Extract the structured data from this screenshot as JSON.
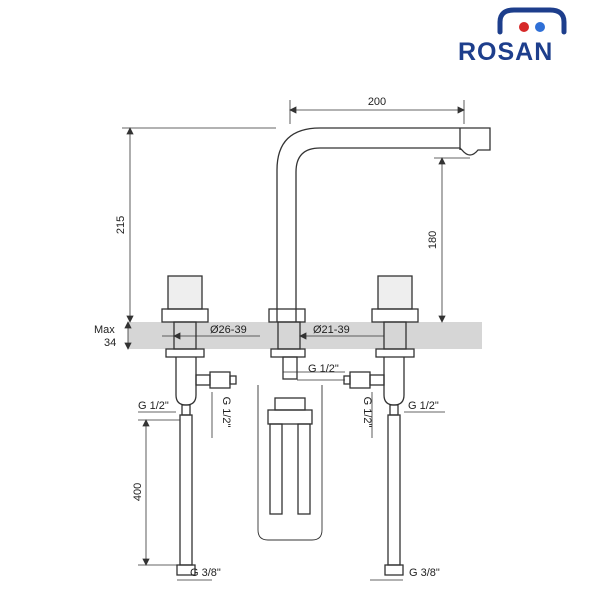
{
  "brand": {
    "name": "ROSAN",
    "colors": {
      "navy": "#1d3e8c",
      "blue": "#2f6fd6",
      "red": "#d62828"
    }
  },
  "diagram": {
    "line_color": "#333333",
    "counter_color": "#d6d6d6",
    "labels": {
      "width_spout": "200",
      "height_total": "215",
      "height_outlet": "180",
      "max": "Max",
      "max_value": "34",
      "dia_left": "Ø26-39",
      "dia_right": "Ø21-39",
      "g_half_center": "G 1/2\"",
      "g_half_left_h": "G 1/2\"",
      "g_half_left_v": "G 1/2\"",
      "g_half_right_h": "G 1/2\"",
      "g_half_right_v": "G 1/2\"",
      "hose_length": "400",
      "g_38_left": "G 3/8\"",
      "g_38_right": "G 3/8\""
    }
  }
}
